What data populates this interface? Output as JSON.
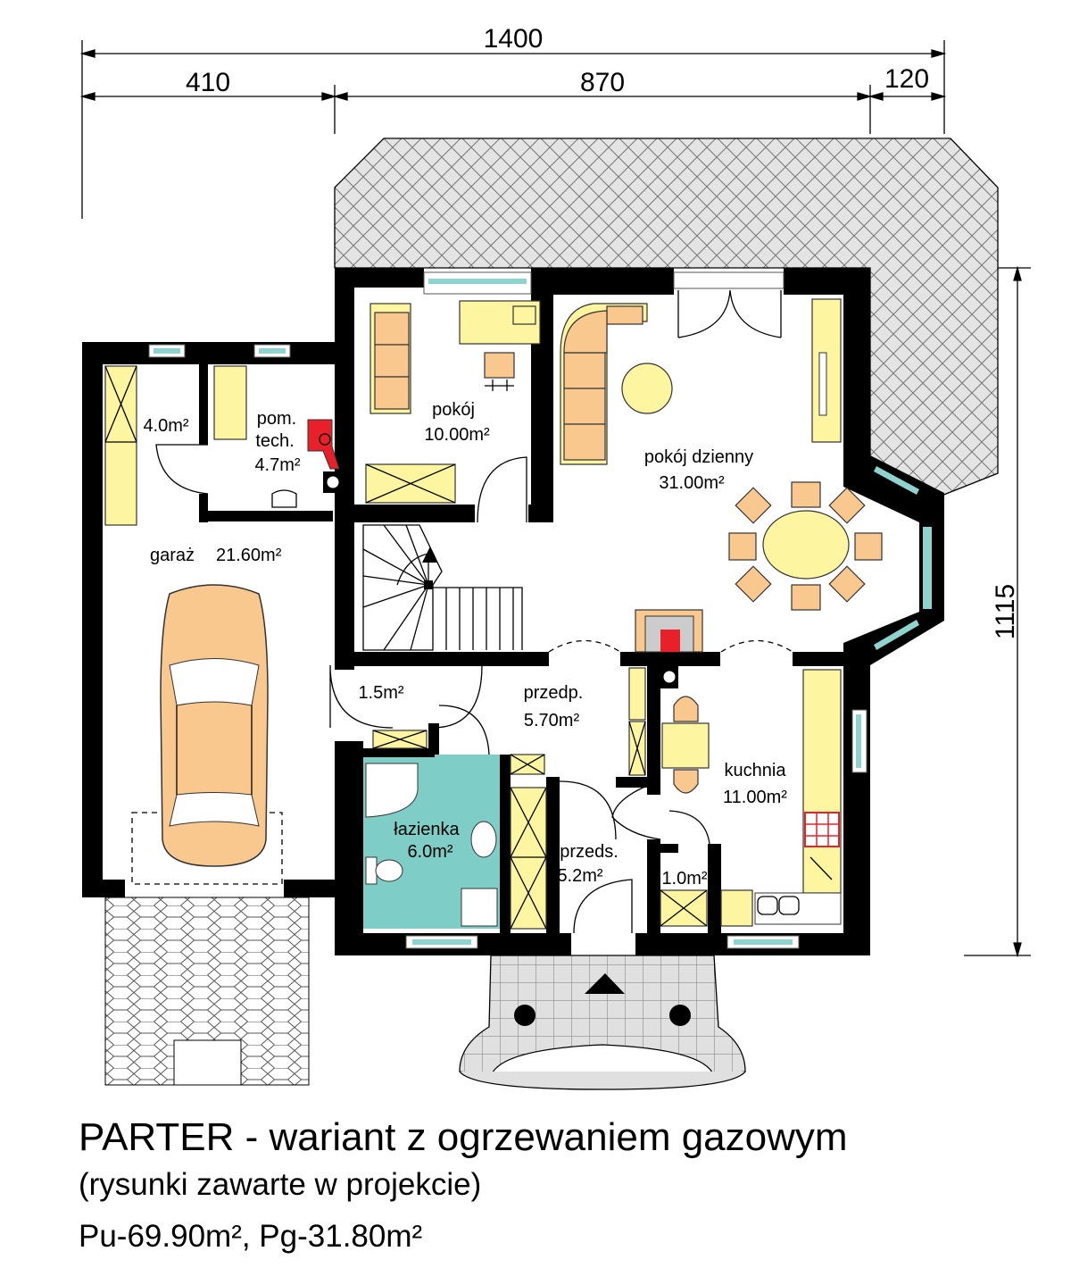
{
  "dimensions": {
    "total_width": "1400",
    "left": "410",
    "middle": "870",
    "right": "120",
    "depth": "1115"
  },
  "rooms": [
    {
      "name": "pokój",
      "area": "10.00m²"
    },
    {
      "name": "pokój dzienny",
      "area": "31.00m²"
    },
    {
      "name": "pom.",
      "name2": "tech.",
      "area": "4.7m²"
    },
    {
      "name": "",
      "area": "4.0m²"
    },
    {
      "name": "garaż",
      "area": "21.60m²"
    },
    {
      "name": "",
      "area": "1.5m²"
    },
    {
      "name": "przedp.",
      "area": "5.70m²"
    },
    {
      "name": "kuchnia",
      "area": "11.00m²"
    },
    {
      "name": "łazienka",
      "area": "6.0m²"
    },
    {
      "name": "przeds.",
      "area": "5.2m²"
    },
    {
      "name": "",
      "area": "1.0m²"
    }
  ],
  "caption": {
    "title": "PARTER -  wariant z ogrzewaniem gazowym",
    "subtitle": "(rysunki zawarte w projekcie)",
    "areas": "Pu-69.90m²,  Pg-31.80m²"
  },
  "colors": {
    "wall": "#000000",
    "furniture": "#fdf5a0",
    "upholstery": "#f9c88e",
    "bathroom": "#7ecdc6",
    "boiler": "#e8202a",
    "glass": "#8fd3cf"
  }
}
